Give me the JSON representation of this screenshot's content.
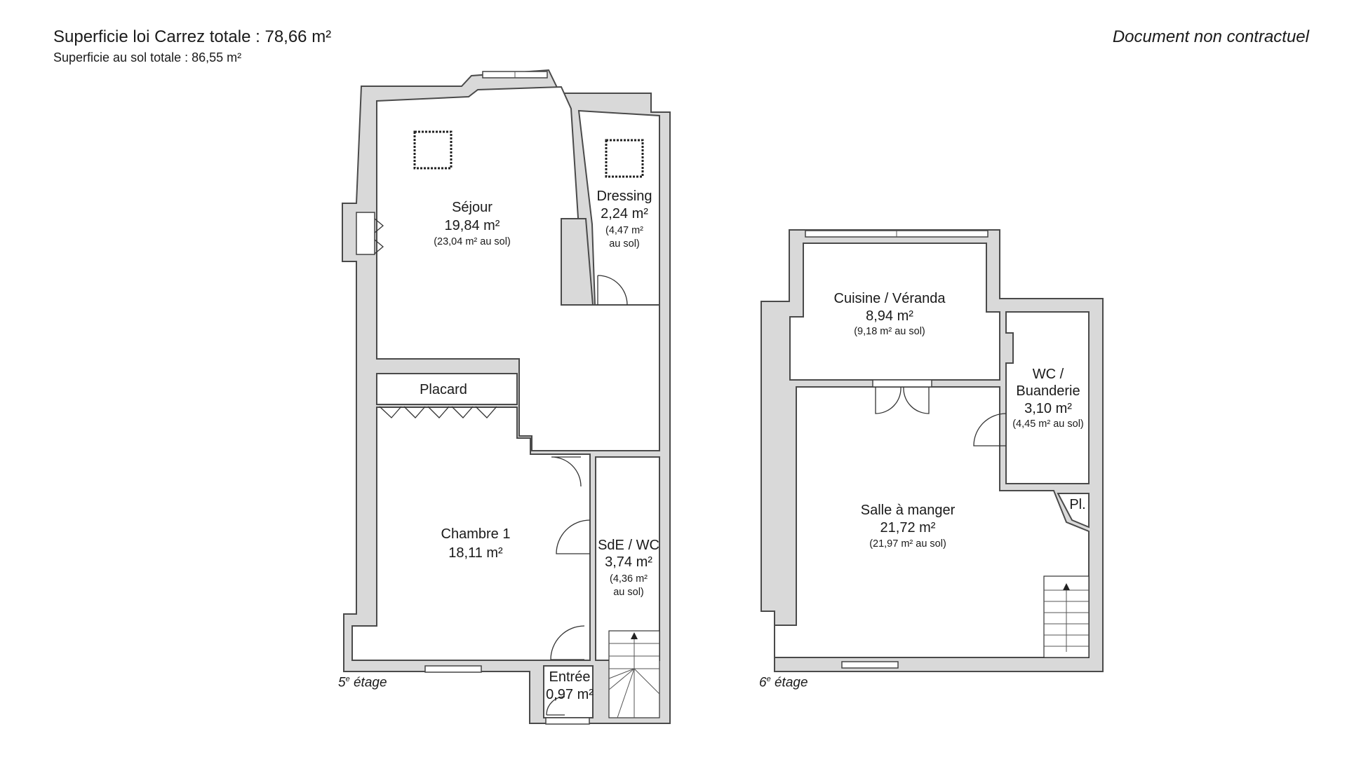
{
  "header": {
    "carrez_total": "Superficie loi Carrez totale : 78,66 m²",
    "sol_total": "Superficie au sol totale : 86,55 m²",
    "disclaimer": "Document non contractuel"
  },
  "floors": [
    {
      "id": "floor-5",
      "label_num": "5",
      "label_sup": "e",
      "label_word": " étage"
    },
    {
      "id": "floor-6",
      "label_num": "6",
      "label_sup": "e",
      "label_word": " étage"
    }
  ],
  "rooms": {
    "sejour": {
      "name": "Séjour",
      "area": "19,84 m²",
      "sol": "(23,04 m² au sol)"
    },
    "dressing": {
      "name": "Dressing",
      "area": "2,24 m²",
      "sol_line1": "(4,47 m²",
      "sol_line2": "au sol)"
    },
    "placard": {
      "name": "Placard"
    },
    "chambre1": {
      "name": "Chambre 1",
      "area": "18,11 m²"
    },
    "sde_wc": {
      "name": "SdE / WC",
      "area": "3,74 m²",
      "sol_line1": "(4,36 m²",
      "sol_line2": "au sol)"
    },
    "entree": {
      "name": "Entrée",
      "area": "0,97 m²"
    },
    "cuisine": {
      "name": "Cuisine / Véranda",
      "area": "8,94 m²",
      "sol": "(9,18 m² au sol)"
    },
    "wc_buanderie": {
      "name_line1": "WC /",
      "name_line2": "Buanderie",
      "area": "3,10 m²",
      "sol": "(4,45 m² au sol)"
    },
    "salle_manger": {
      "name": "Salle à manger",
      "area": "21,72 m²",
      "sol": "(21,97 m² au sol)"
    },
    "pl": {
      "name": "Pl."
    }
  }
}
